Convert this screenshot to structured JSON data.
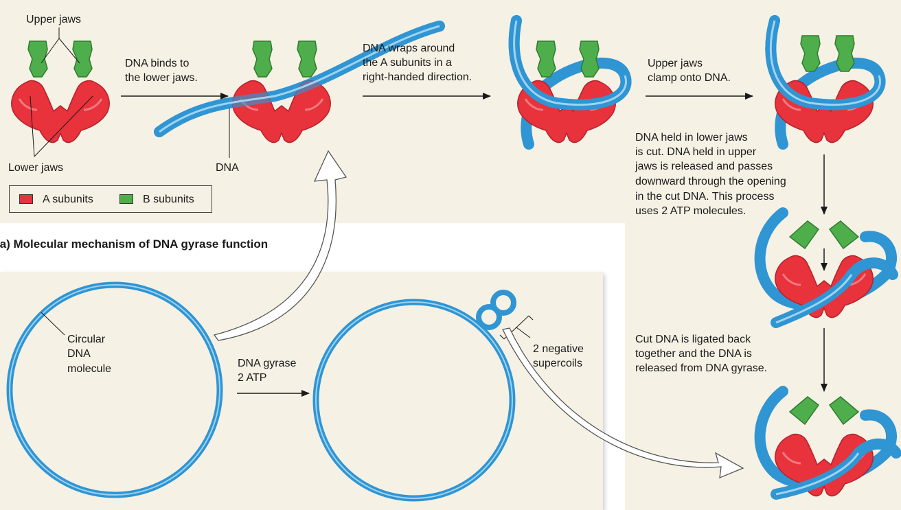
{
  "labels": {
    "upper_jaws": "Upper jaws",
    "lower_jaws": "Lower jaws",
    "dna_binds": [
      "DNA binds to",
      "the lower jaws."
    ],
    "dna": "DNA",
    "dna_wraps": [
      "DNA wraps around",
      "the A subunits in a",
      "right-handed direction."
    ],
    "upper_clamp": [
      "Upper jaws",
      "clamp onto DNA."
    ],
    "dna_cut": [
      "DNA held in lower jaws",
      "is cut. DNA held in upper",
      "jaws is released and passes",
      "downward through the opening",
      "in the cut DNA. This process",
      "uses 2 ATP molecules."
    ],
    "ligated": [
      "Cut DNA is ligated back",
      "together and the DNA is",
      "released from DNA gyrase."
    ],
    "circular": [
      "Circular",
      "DNA",
      "molecule"
    ],
    "gyrase": [
      "DNA gyrase",
      "2 ATP"
    ],
    "supercoils": [
      "2 negative",
      "supercoils"
    ],
    "panel_a_title": "(a) Molecular mechanism of DNA gyrase function"
  },
  "legend": {
    "a_label": "A subunits",
    "b_label": "B subunits",
    "a_color": "#e8323c",
    "b_color": "#4fae4c"
  },
  "colors": {
    "panel_bg": "#f6f1e5",
    "dna": "#2f95d3",
    "dna_highlight": "#9fd3f2"
  }
}
